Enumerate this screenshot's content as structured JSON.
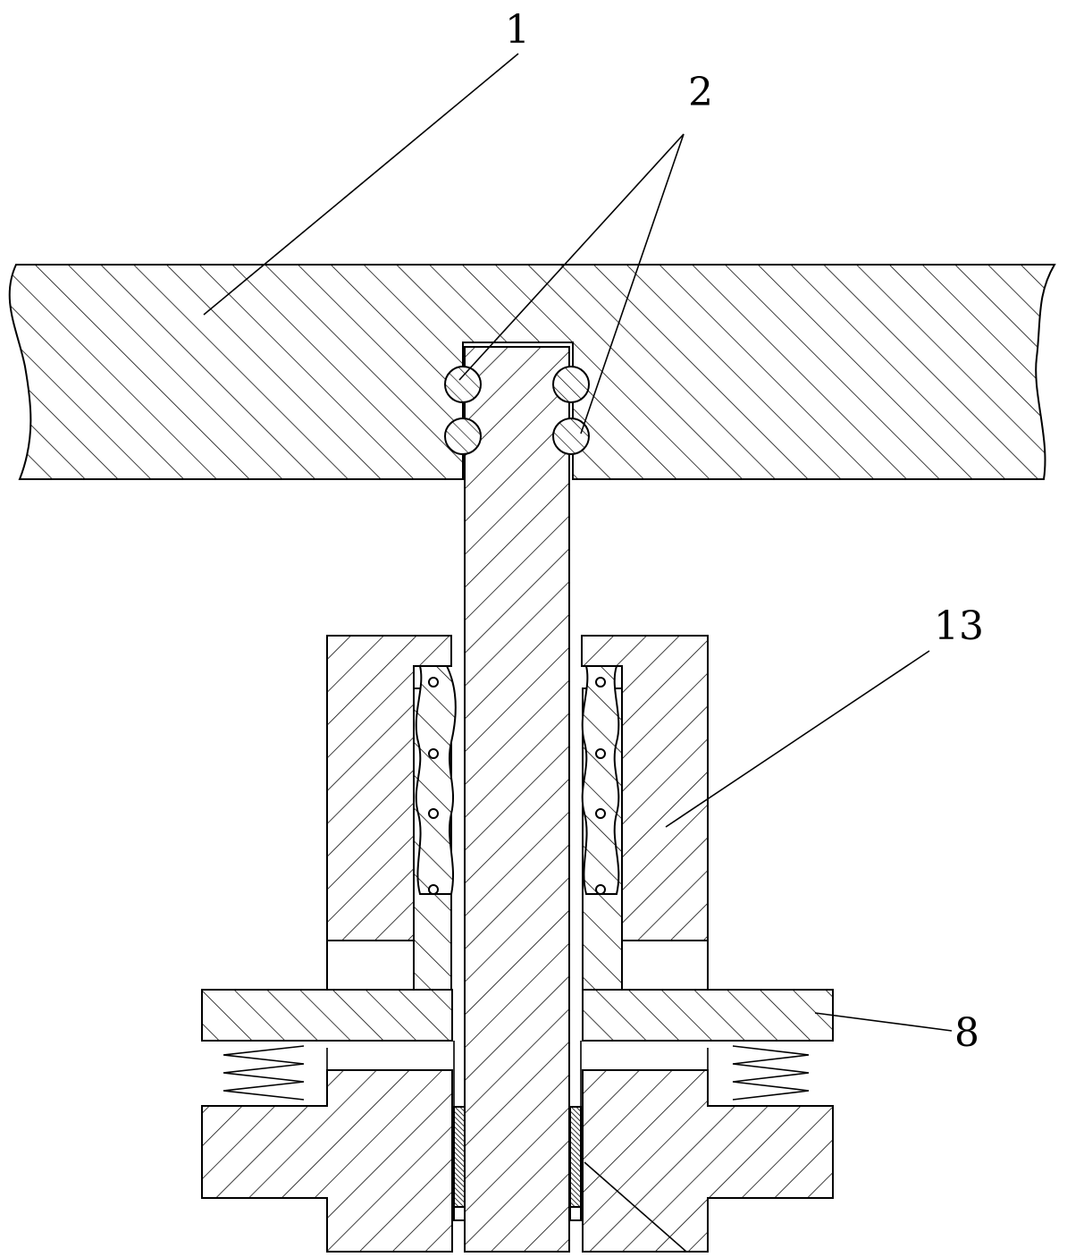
{
  "figure": {
    "callouts": [
      {
        "id": "label-1",
        "text": "1"
      },
      {
        "id": "label-2",
        "text": "2"
      },
      {
        "id": "label-13",
        "text": "13"
      },
      {
        "id": "label-8",
        "text": "8"
      }
    ]
  }
}
